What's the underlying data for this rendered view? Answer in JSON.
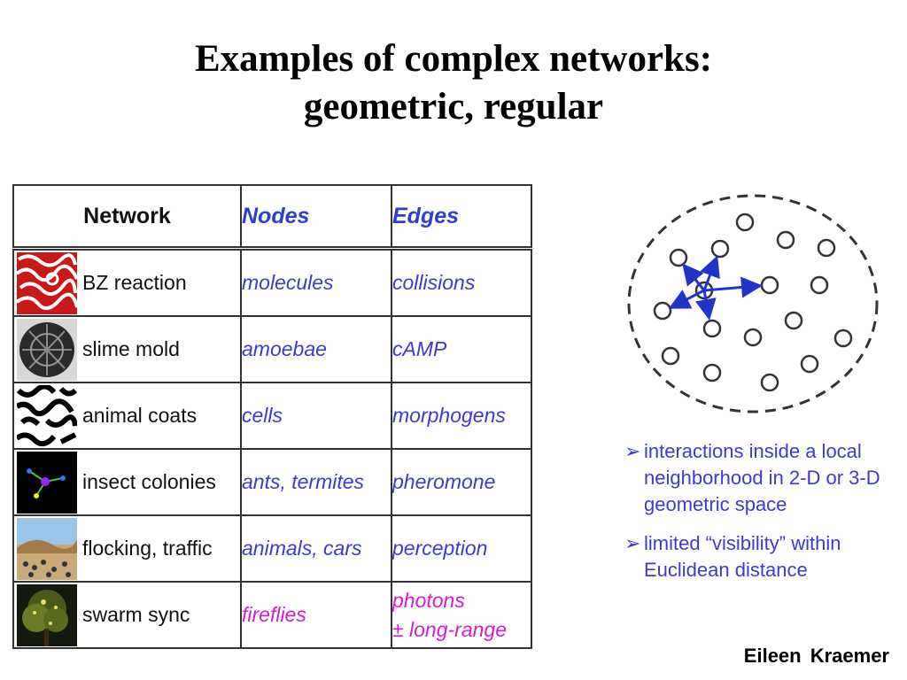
{
  "title": {
    "line1": "Examples of complex networks:",
    "line2": "geometric, regular"
  },
  "table": {
    "headers": [
      "Network",
      "Nodes",
      "Edges"
    ],
    "rows": [
      {
        "network": "BZ reaction",
        "nodes": "molecules",
        "edges": "collisions"
      },
      {
        "network": "slime mold",
        "nodes": "amoebae",
        "edges": "cAMP"
      },
      {
        "network": "animal coats",
        "nodes": "cells",
        "edges": "morphogens"
      },
      {
        "network": "insect colonies",
        "nodes": "ants, termites",
        "edges": "pheromone"
      },
      {
        "network": "flocking, traffic",
        "nodes": "animals, cars",
        "edges": "perception"
      },
      {
        "network": "swarm sync",
        "nodes": "fireflies",
        "edges_line1": "photons",
        "edges_line2": "± long-range"
      }
    ]
  },
  "notes": [
    "interactions inside a local neighborhood in 2-D or 3-D geometric space",
    "limited “visibility” within Euclidean distance"
  ],
  "author": "Eileen  Kraemer",
  "colors": {
    "blue_text": "#3a3ad6",
    "magenta_text": "#d61ad6",
    "arrow_blue": "#2233cc"
  }
}
